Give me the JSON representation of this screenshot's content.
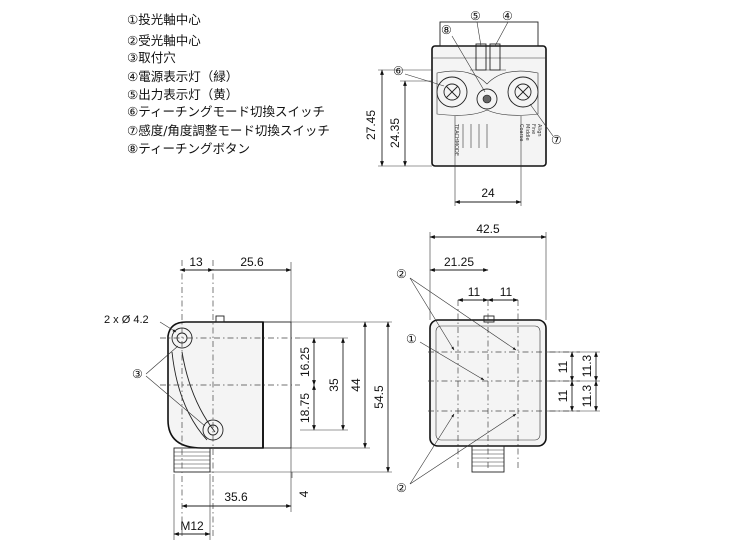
{
  "legend": [
    "①投光軸中心",
    "②受光軸中心",
    "③取付穴",
    "④電源表示灯（緑）",
    "⑤出力表示灯（黄）",
    "⑥ティーチングモード切換スイッチ",
    "⑦感度/角度調整モード切換スイッチ",
    "⑧ティーチングボタン"
  ],
  "top_view": {
    "callout_8": "⑧",
    "callout_5": "⑤",
    "callout_4": "④",
    "callout_6": "⑥",
    "callout_7": "⑦",
    "dim_height_total": "27.45",
    "dim_height_inner": "24.35",
    "dim_width": "24",
    "panel_label_teach": "TEACHMODE",
    "panel_label_coarse": "Coarse",
    "panel_label_middle": "Middle",
    "panel_label_fine": "Fine",
    "panel_label_align": "Align"
  },
  "side_view": {
    "dim_top_left": "13",
    "dim_top_right": "25.6",
    "hole_label": "2 x Ø 4.2",
    "callout_3": "③",
    "dim_upper": "16.25",
    "dim_lower": "18.75",
    "dim_35": "35",
    "dim_44": "44",
    "dim_545": "54.5",
    "dim_bottom_width": "35.6",
    "dim_4": "4",
    "thread": "M12"
  },
  "front_view": {
    "dim_width": "42.5",
    "dim_half": "21.25",
    "dim_11_left": "11",
    "dim_11_right": "11",
    "callout_2_top": "②",
    "callout_1": "①",
    "callout_2_bottom": "②",
    "dim_113_top": "11.3",
    "dim_11_upper": "11",
    "dim_11_lower": "11",
    "dim_113_bottom": "11.3"
  }
}
